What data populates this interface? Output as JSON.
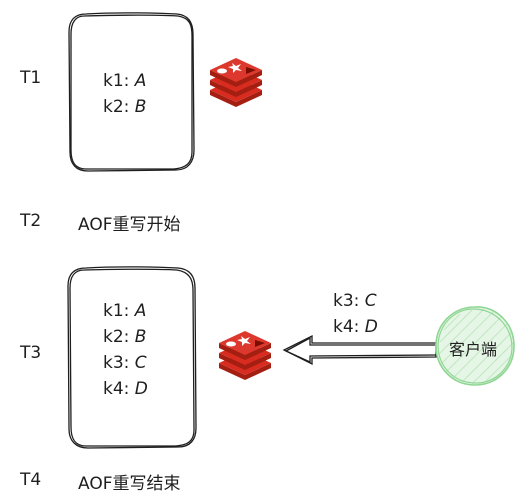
{
  "timeline": {
    "t1": "T1",
    "t2": "T2",
    "t3": "T3",
    "t4": "T4"
  },
  "phases": {
    "rewrite_start": "AOF重写开始",
    "rewrite_end": "AOF重写结束"
  },
  "box1": {
    "entries": [
      {
        "key": "k1:",
        "value": "A"
      },
      {
        "key": "k2:",
        "value": "B"
      }
    ]
  },
  "box2": {
    "entries": [
      {
        "key": "k1:",
        "value": "A"
      },
      {
        "key": "k2:",
        "value": "B"
      },
      {
        "key": "k3:",
        "value": "C"
      },
      {
        "key": "k4:",
        "value": "D"
      }
    ]
  },
  "incoming": {
    "entries": [
      {
        "key": "k3:",
        "value": "C"
      },
      {
        "key": "k4:",
        "value": "D"
      }
    ]
  },
  "client": {
    "label": "客户端"
  },
  "icons": {
    "server": "redis-logo-icon"
  },
  "colors": {
    "redis_red": "#c6302b",
    "redis_dark": "#a41e11",
    "client_green": "#8fd694",
    "client_fill": "#e6f6e6",
    "stroke": "#1e1e1e"
  }
}
